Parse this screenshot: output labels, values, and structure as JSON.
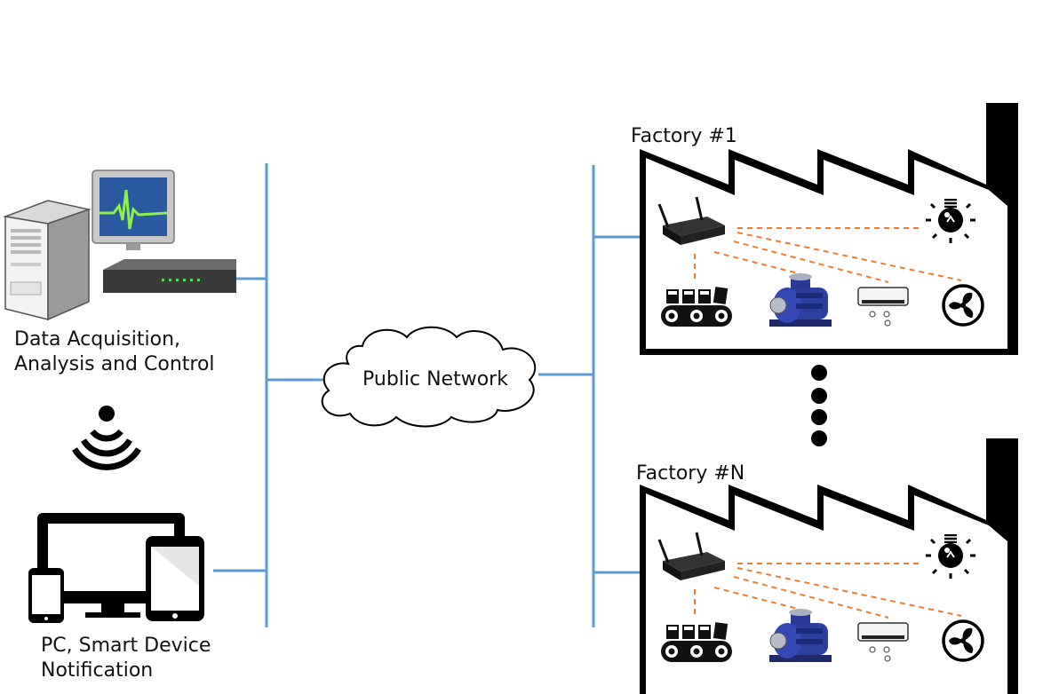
{
  "control_center": {
    "label_line1": "Data Acquisition,",
    "label_line2": "Analysis and Control",
    "icons": [
      "server-tower-icon",
      "monitor-waveform-icon",
      "network-switch-icon",
      "wireless-signal-icon"
    ]
  },
  "notification": {
    "label_line1": "PC, Smart Device",
    "label_line2": "Notification",
    "icons": [
      "desktop-monitor-icon",
      "tablet-icon",
      "smartphone-icon"
    ]
  },
  "network": {
    "label": "Public Network",
    "link_color": "#5b9bd5"
  },
  "factories": [
    {
      "label": "Factory #1"
    },
    {
      "label": "Factory #N"
    }
  ],
  "factory_devices": [
    "wifi-router-icon",
    "light-bulb-icon",
    "conveyor-belt-icon",
    "pump-motor-icon",
    "air-conditioner-icon",
    "fan-icon"
  ],
  "colors": {
    "wired_link": "#5b9bd5",
    "wireless_link": "#ed7d31",
    "factory_outline": "#000000"
  }
}
